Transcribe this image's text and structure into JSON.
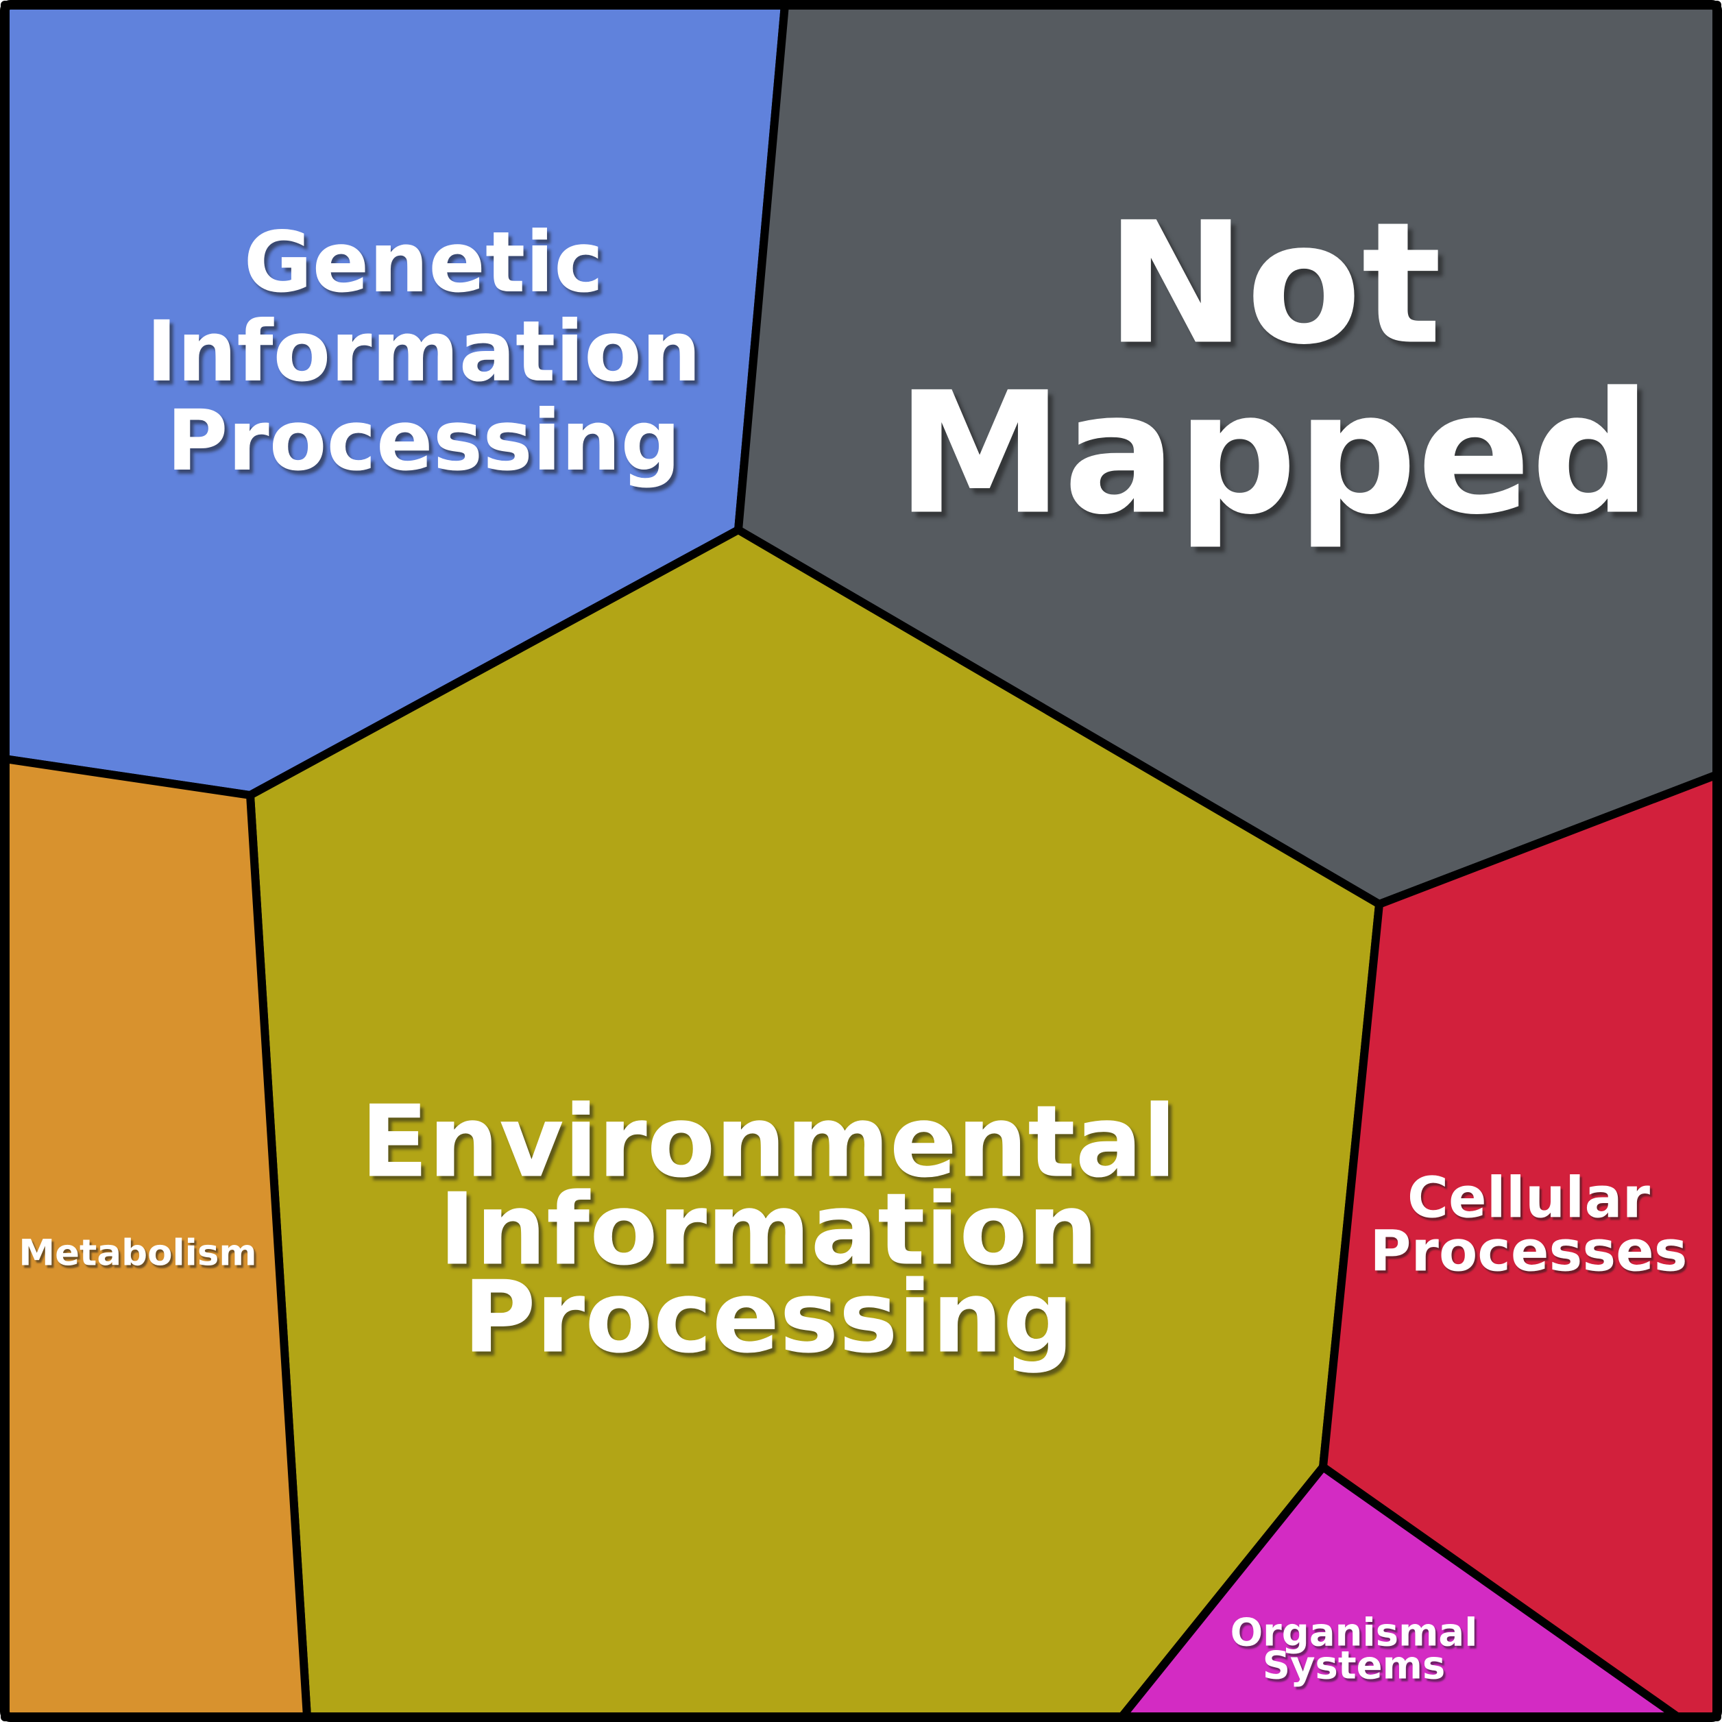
{
  "chart_data": {
    "type": "voronoi_treemap",
    "title": "",
    "legend": "none",
    "background_color": "#ffffff",
    "border_color": "#000000",
    "label_color": "#ffffff",
    "cells": [
      {
        "label": "Genetic Information Processing",
        "lines": [
          "Genetic",
          "Information",
          "Processing"
        ],
        "color": "#6082DC",
        "approx_area_pct": 17.6,
        "position": "top-left"
      },
      {
        "label": "Not Mapped",
        "lines": [
          "Not",
          "Mapped"
        ],
        "color": "#565B60",
        "approx_area_pct": 24.5,
        "position": "top-right"
      },
      {
        "label": "Environmental Information Processing",
        "lines": [
          "Environmental",
          "Information",
          "Processing"
        ],
        "color": "#B2A516",
        "approx_area_pct": 36.2,
        "position": "center"
      },
      {
        "label": "Metabolism",
        "lines": [
          "Metabolism"
        ],
        "color": "#D8922E",
        "approx_area_pct": 8.6,
        "position": "left"
      },
      {
        "label": "Cellular Processes",
        "lines": [
          "Cellular",
          "Processes"
        ],
        "color": "#D2203C",
        "approx_area_pct": 9.5,
        "position": "right"
      },
      {
        "label": "Organismal Systems",
        "lines": [
          "Organismal",
          "Systems"
        ],
        "color": "#D32BC3",
        "approx_area_pct": 2.3,
        "position": "bottom-right"
      }
    ]
  }
}
